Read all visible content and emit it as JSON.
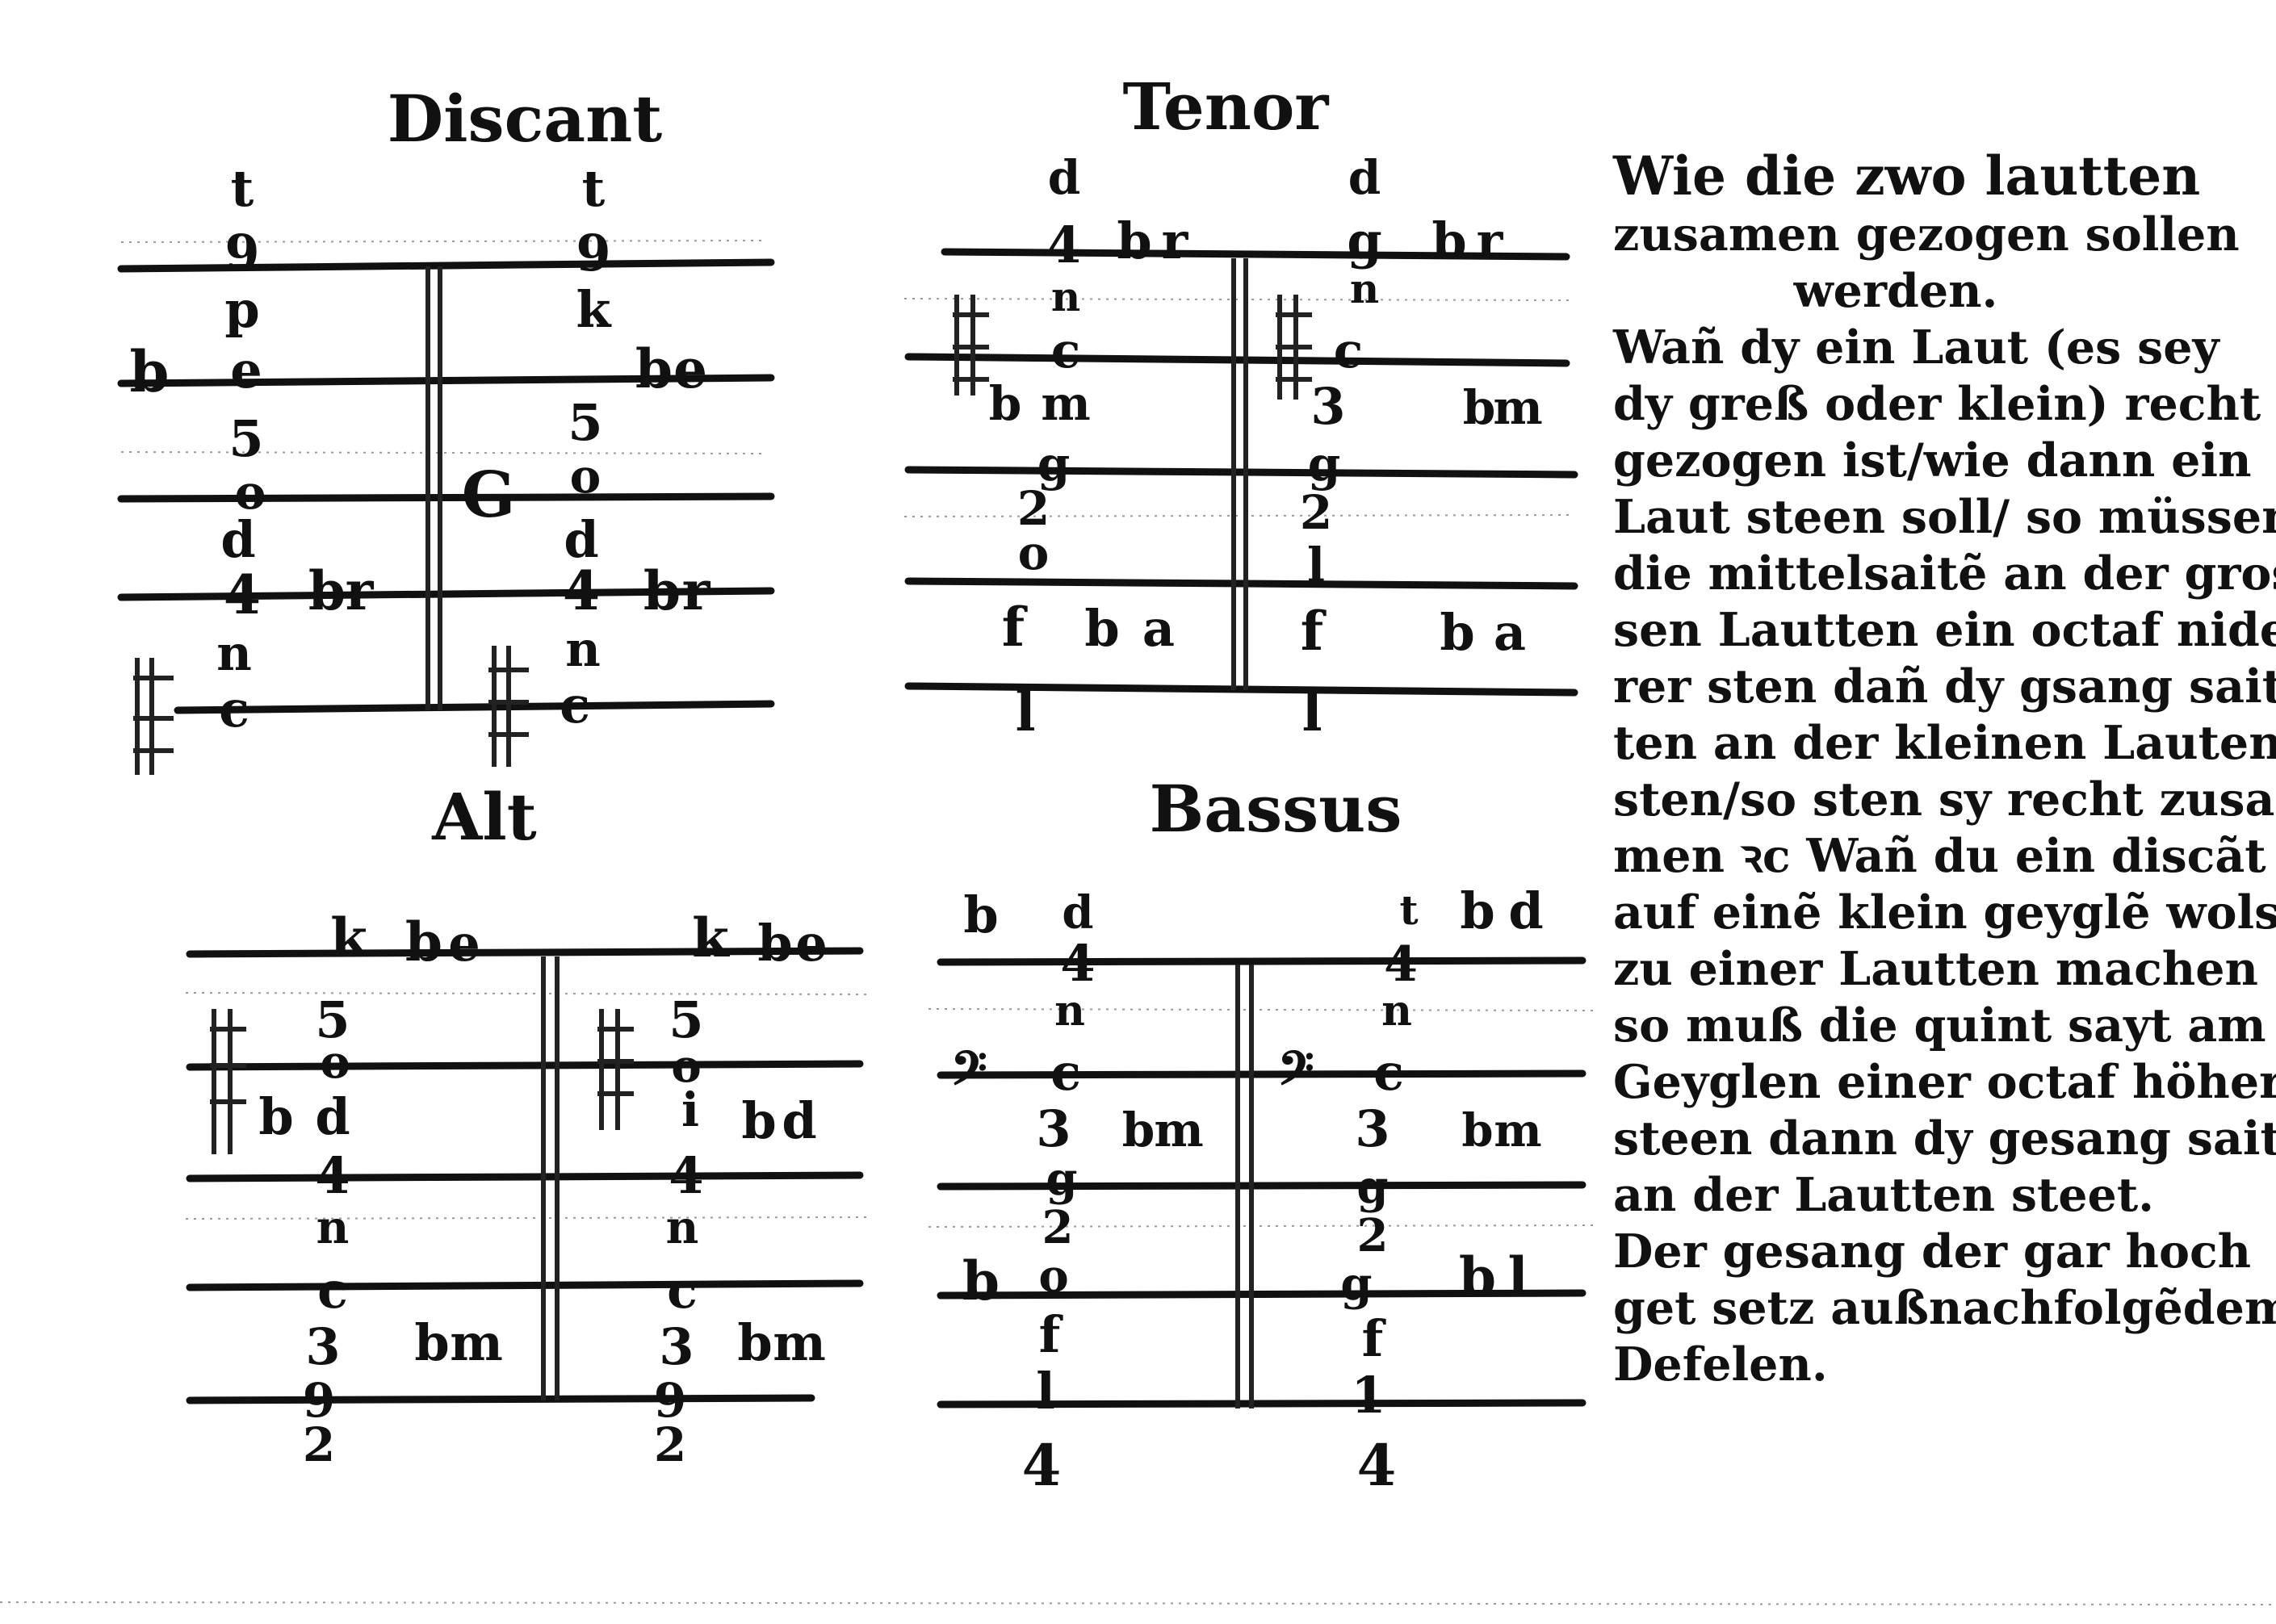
{
  "diagrams": {
    "discant": {
      "title": "Discant",
      "left": [
        "t",
        "9",
        "p",
        "b",
        "e",
        "5",
        "o",
        "d",
        "4",
        "b",
        "r",
        "n",
        "c"
      ],
      "mid": [
        "G"
      ],
      "right": [
        "t",
        "9",
        "k",
        "b",
        "e",
        "5",
        "o",
        "d",
        "4",
        "b",
        "r",
        "n",
        "c"
      ]
    },
    "tenor": {
      "title": "Tenor",
      "left": [
        "d",
        "4",
        "b",
        "r",
        "n",
        "c",
        "b",
        "m",
        "g",
        "2",
        "o",
        "f",
        "b",
        "a",
        "l"
      ],
      "right": [
        "d",
        "g",
        "b",
        "r",
        "n",
        "c",
        "3",
        "b",
        "m",
        "g",
        "2",
        "l",
        "f",
        "b",
        "a",
        "l"
      ]
    },
    "alt": {
      "title": "Alt",
      "left": [
        "k",
        "b",
        "e",
        "5",
        "o",
        "b",
        "d",
        "4",
        "n",
        "c",
        "3",
        "b",
        "m",
        "9",
        "2"
      ],
      "right": [
        "k",
        "b",
        "e",
        "5",
        "o",
        "i",
        "b",
        "d",
        "4",
        "n",
        "c",
        "3",
        "b",
        "m",
        "9",
        "2"
      ]
    },
    "bassus": {
      "title": "Bassus",
      "left": [
        "b",
        "d",
        "4",
        "n",
        "c",
        "3",
        "b",
        "m",
        "g",
        "2",
        "b",
        "o",
        "f",
        "l",
        "4"
      ],
      "right": [
        "t",
        "b",
        "d",
        "4",
        "n",
        "c",
        "3",
        "b",
        "m",
        "g",
        "2",
        "g",
        "f",
        "b",
        "l",
        "1",
        "4"
      ]
    }
  },
  "text": {
    "heading_1": "Wie die zwo lautten",
    "heading_2": "zusamen gezogen sollen",
    "heading_3": "werden.",
    "lines": [
      "Wañ dy ein Laut (es sey",
      "dy greß oder klein) recht",
      "gezogen ist/wie dann ein",
      "Laut steen soll/ so müssen",
      "die mittelsaitẽ an der gros",
      "sen Lautten ein octaf nide-",
      "rer sten dañ dy gsang sait",
      "ten an der kleinen Lauten",
      "sten/so sten sy recht zusam",
      "men ꝛc Wañ du ein discãt",
      "auf einẽ klein geyglẽ wolst",
      "zu einer Lautten machen",
      "so muß die quint sayt am",
      "Geyglen einer octaf höher",
      "steen dann dy gesang sait",
      "an der Lautten steet.",
      "Der gesang der gar hoch",
      "get setz außnachfolgẽdem",
      "Defelen."
    ]
  }
}
